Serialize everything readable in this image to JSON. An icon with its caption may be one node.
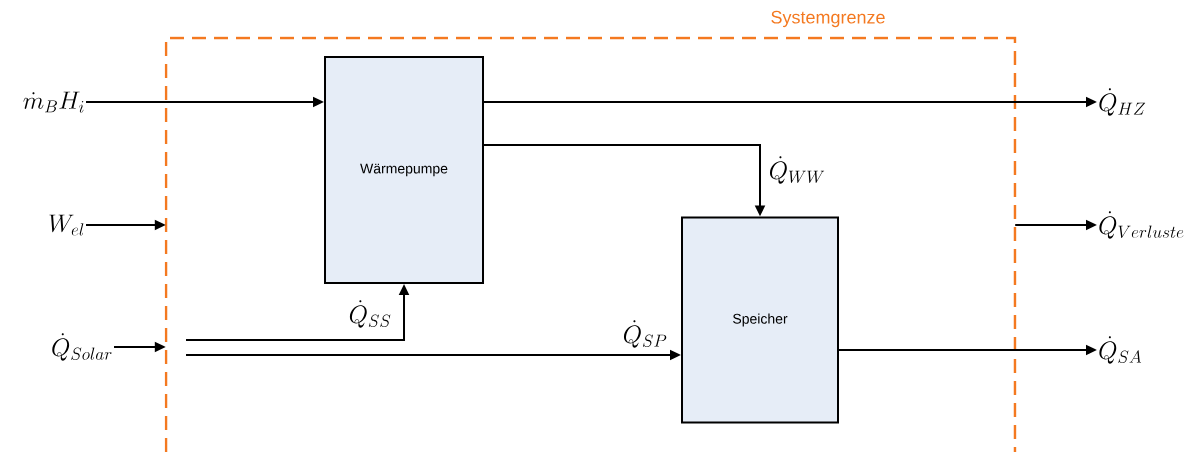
{
  "diagram": {
    "nodes": [
      {
        "text": [
          "Systemgrenze"
        ]
      },
      {
        "text": [
          "Wärmepumpe"
        ],
        "in": 0
      },
      {
        "text": [
          "Speicher"
        ],
        "in": 0
      },
      {
        "text": [
          "\\dot{m}_{B} H_{i}"
        ]
      },
      {
        "text": [
          "W_{el}"
        ]
      },
      {
        "text": [
          "\\dot{Q}_{Solar}"
        ]
      },
      {
        "text": [
          "\\dot{Q}_{HZ}"
        ]
      },
      {
        "text": [
          "\\dot{Q}_{Verluste}"
        ]
      },
      {
        "text": [
          "\\dot{Q}_{SA}"
        ]
      }
    ],
    "edges": [
      {
        "from": 3,
        "to": 1,
        "arrow": "to"
      },
      {
        "from": 1,
        "to": 6,
        "arrow": "to"
      },
      {
        "from": 1,
        "to": 2,
        "arrow": "to",
        "label": "\\dot{Q}_{WW}"
      },
      {
        "from": 4,
        "to": 0,
        "arrow": "to"
      },
      {
        "from": 5,
        "to": 0,
        "arrow": "to"
      },
      {
        "from": null,
        "to": 1,
        "arrow": "to",
        "label": "\\dot{Q}_{SS}"
      },
      {
        "from": null,
        "to": 2,
        "arrow": "to",
        "label": "\\dot{Q}_{SP}"
      },
      {
        "from": 0,
        "to": 7,
        "arrow": "to"
      },
      {
        "from": 2,
        "to": 8,
        "arrow": "to"
      }
    ]
  }
}
